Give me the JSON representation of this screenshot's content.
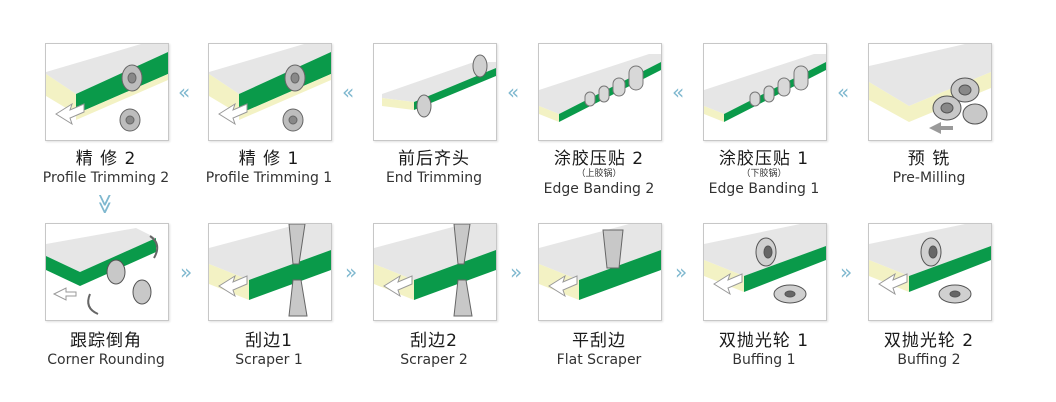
{
  "colors": {
    "green": "#0a9a4a",
    "panel": "#f3f2c4",
    "top": "#e6e6e6",
    "arrow": "#7fb8cf",
    "border": "#c7c7c7"
  },
  "row1": [
    {
      "cn": "精 修 2",
      "sub": "",
      "en": "Profile Trimming 2",
      "icon": "profile-trimming-icon",
      "arrow": "«"
    },
    {
      "cn": "精 修 1",
      "sub": "",
      "en": "Profile Trimming 1",
      "icon": "profile-trimming-icon",
      "arrow": "«"
    },
    {
      "cn": "前后齐头",
      "sub": "",
      "en": "End Trimming",
      "icon": "end-trimming-icon",
      "arrow": "«"
    },
    {
      "cn": "涂胶压贴 2",
      "sub": "（上胶锅）",
      "en": "Edge Banding 2",
      "icon": "edge-banding-icon",
      "arrow": "«"
    },
    {
      "cn": "涂胶压贴 1",
      "sub": "（下胶锅）",
      "en": "Edge Banding 1",
      "icon": "edge-banding-icon",
      "arrow": "«"
    },
    {
      "cn": "预 铣",
      "sub": "",
      "en": "Pre-Milling",
      "icon": "pre-milling-icon",
      "arrow": ""
    }
  ],
  "down_arrow": "≫",
  "row2": [
    {
      "cn": "跟踪倒角",
      "en": "Corner Rounding",
      "icon": "corner-rounding-icon",
      "arrow": "»"
    },
    {
      "cn": "刮边1",
      "en": "Scraper  1",
      "icon": "scraper-icon",
      "arrow": "»"
    },
    {
      "cn": "刮边2",
      "en": "Scraper  2",
      "icon": "scraper-icon",
      "arrow": "»"
    },
    {
      "cn": "平刮边",
      "en": "Flat Scraper",
      "icon": "flat-scraper-icon",
      "arrow": "»"
    },
    {
      "cn": "双抛光轮 1",
      "en": "Buffing 1",
      "icon": "buffing-icon",
      "arrow": "»"
    },
    {
      "cn": "双抛光轮 2",
      "en": "Buffing  2",
      "icon": "buffing-icon",
      "arrow": ""
    }
  ]
}
